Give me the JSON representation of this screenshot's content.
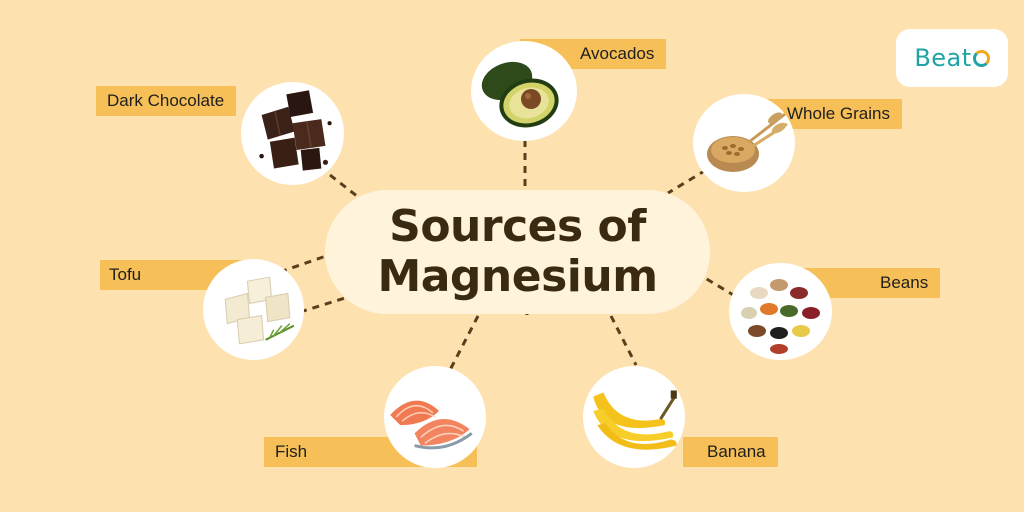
{
  "title_line1": "Sources of",
  "title_line2": "Magnesium",
  "brand": "Beat",
  "items": [
    {
      "label": "Dark Chocolate"
    },
    {
      "label": "Avocados"
    },
    {
      "label": "Whole Grains"
    },
    {
      "label": "Tofu"
    },
    {
      "label": "Beans"
    },
    {
      "label": "Fish"
    },
    {
      "label": "Banana"
    }
  ],
  "colors": {
    "background": "#fde2b0",
    "label_bg": "#f6bf57",
    "title": "#3a2a12",
    "brand": "#1fa3a5"
  }
}
